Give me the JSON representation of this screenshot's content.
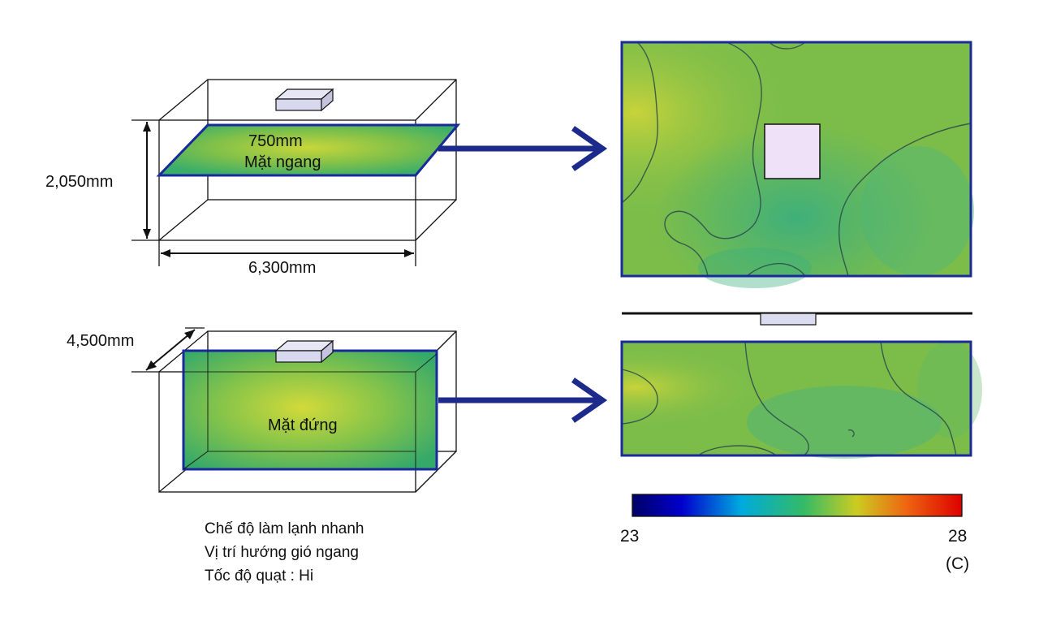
{
  "top_box": {
    "height_label": "2,050mm",
    "width_label": "6,300mm",
    "plane_height_label": "750mm",
    "plane_name": "Mặt ngang"
  },
  "bottom_box": {
    "depth_label": "4,500mm",
    "plane_name": "Mặt đứng"
  },
  "colorbar": {
    "min_label": "23",
    "max_label": "28",
    "unit": "(C)",
    "colors": [
      "#000066",
      "#0000cc",
      "#00aadd",
      "#33bb66",
      "#cccc22",
      "#ee6611",
      "#dd0000"
    ]
  },
  "caption": {
    "line1": "Chế độ làm lạnh nhanh",
    "line2": "Vị trí hướng gió ngang",
    "line3": "Tốc độ quạt : Hi"
  }
}
